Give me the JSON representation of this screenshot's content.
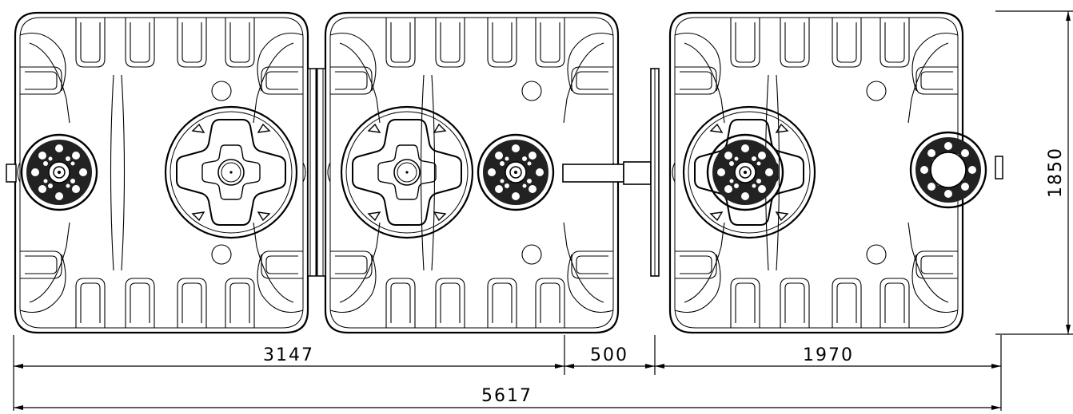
{
  "dimensions": {
    "pair_length": "3147",
    "gap": "500",
    "single_length": "1970",
    "total_length": "5617",
    "height": "1850"
  },
  "tanks": [
    {
      "name": "tank-1",
      "lids": [
        "access-lid"
      ],
      "filters": [
        "filter-disc-left"
      ]
    },
    {
      "name": "tank-2",
      "lids": [
        "access-lid"
      ],
      "filters": [
        "filter-disc-right"
      ]
    },
    {
      "name": "tank-3",
      "lids": [
        "access-lid-with-filter"
      ],
      "filters": [
        "filter-disc-right"
      ]
    }
  ],
  "connector": "pipe-connector"
}
